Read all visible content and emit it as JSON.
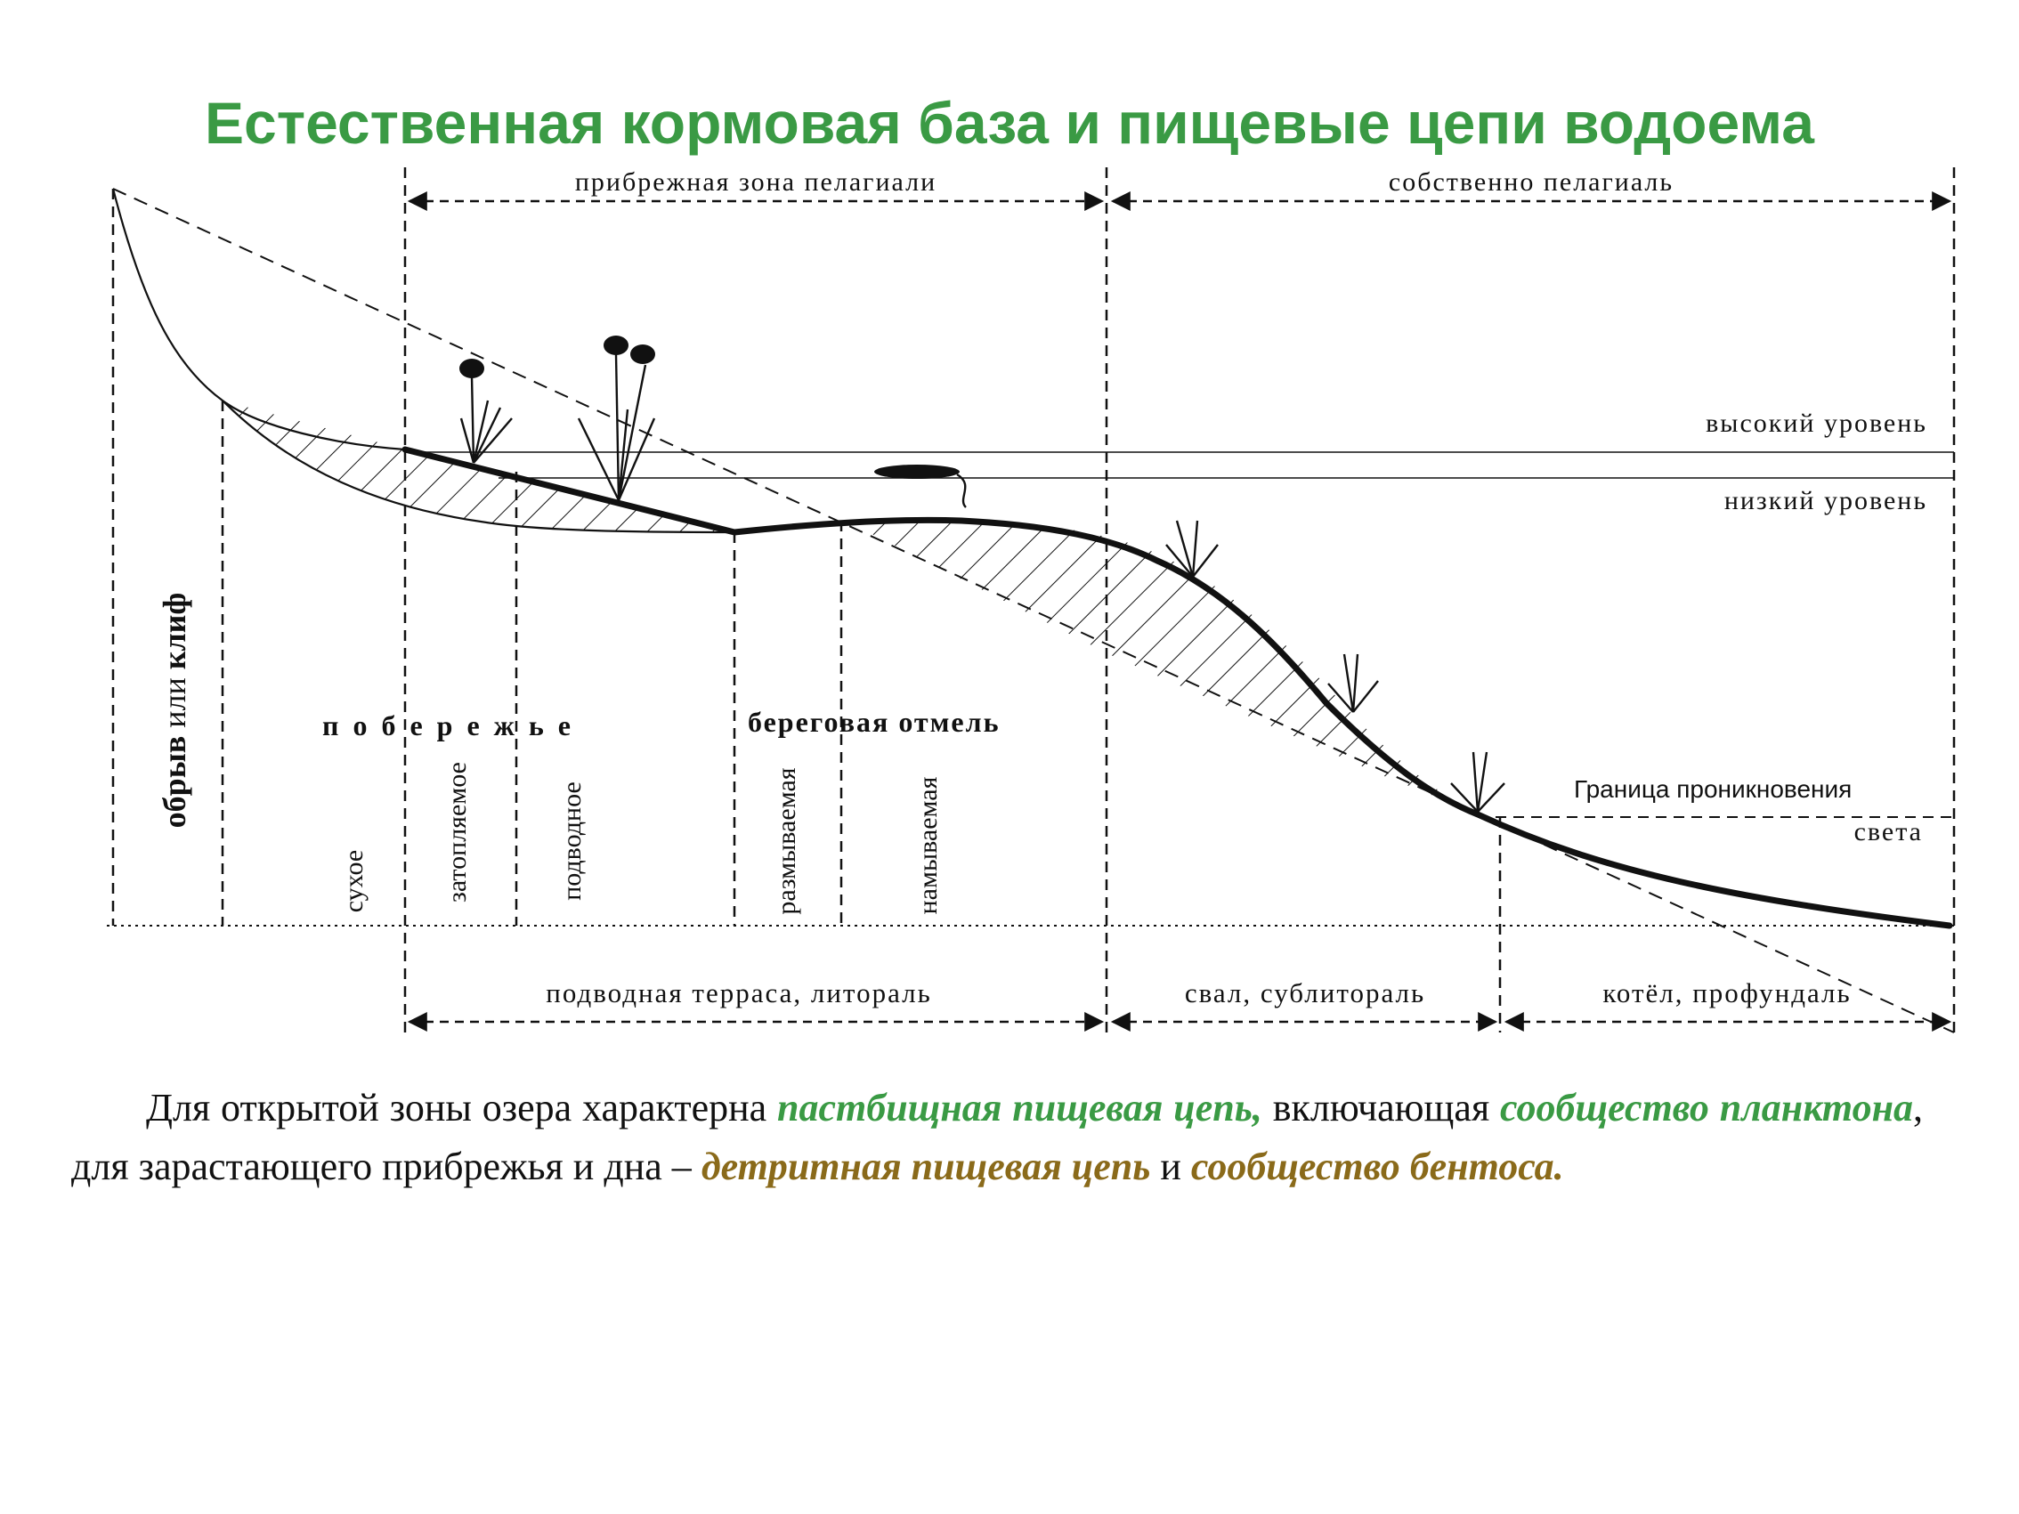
{
  "title": "Естественная кормовая база и пищевые цепи водоема",
  "diagram": {
    "top_zones": {
      "coastal": "прибрежная зона пелагиали",
      "open": "собственно пелагиаль"
    },
    "levels": {
      "high": "высокий уровень",
      "low": "низкий уровень"
    },
    "cliff": {
      "word1": "обрыв",
      "word2": "или",
      "word3": "клиф"
    },
    "shore": "п о б е р е ж ь е",
    "shoal": "береговая отмель",
    "sub_zones": {
      "dry": "сухое",
      "flooded": "затопляемое",
      "underwater": "подводное",
      "eroded": "размываемая",
      "deposited": "намываемая"
    },
    "light_boundary": {
      "line1": "Граница проникновения",
      "line2": "света"
    },
    "bottom_zones": {
      "terrace": "подводная терраса, литораль",
      "slope": "свал, сублитораль",
      "basin": "котёл, профундаль"
    }
  },
  "paragraph": {
    "p1": "Для открытой зоны озера характерна ",
    "h1": "пастбищная пищевая цепь,",
    "p2": " включающая ",
    "h2": "сообщество планктона",
    "p3": ", для зарастающего прибрежья и дна – ",
    "h3": "детритная пищевая цепь",
    "p4": " и ",
    "h4": "сообщество бентоса."
  },
  "colors": {
    "title": "#3a9a44",
    "highlight_green": "#3a9a44",
    "highlight_brown": "#8a6a1a"
  }
}
